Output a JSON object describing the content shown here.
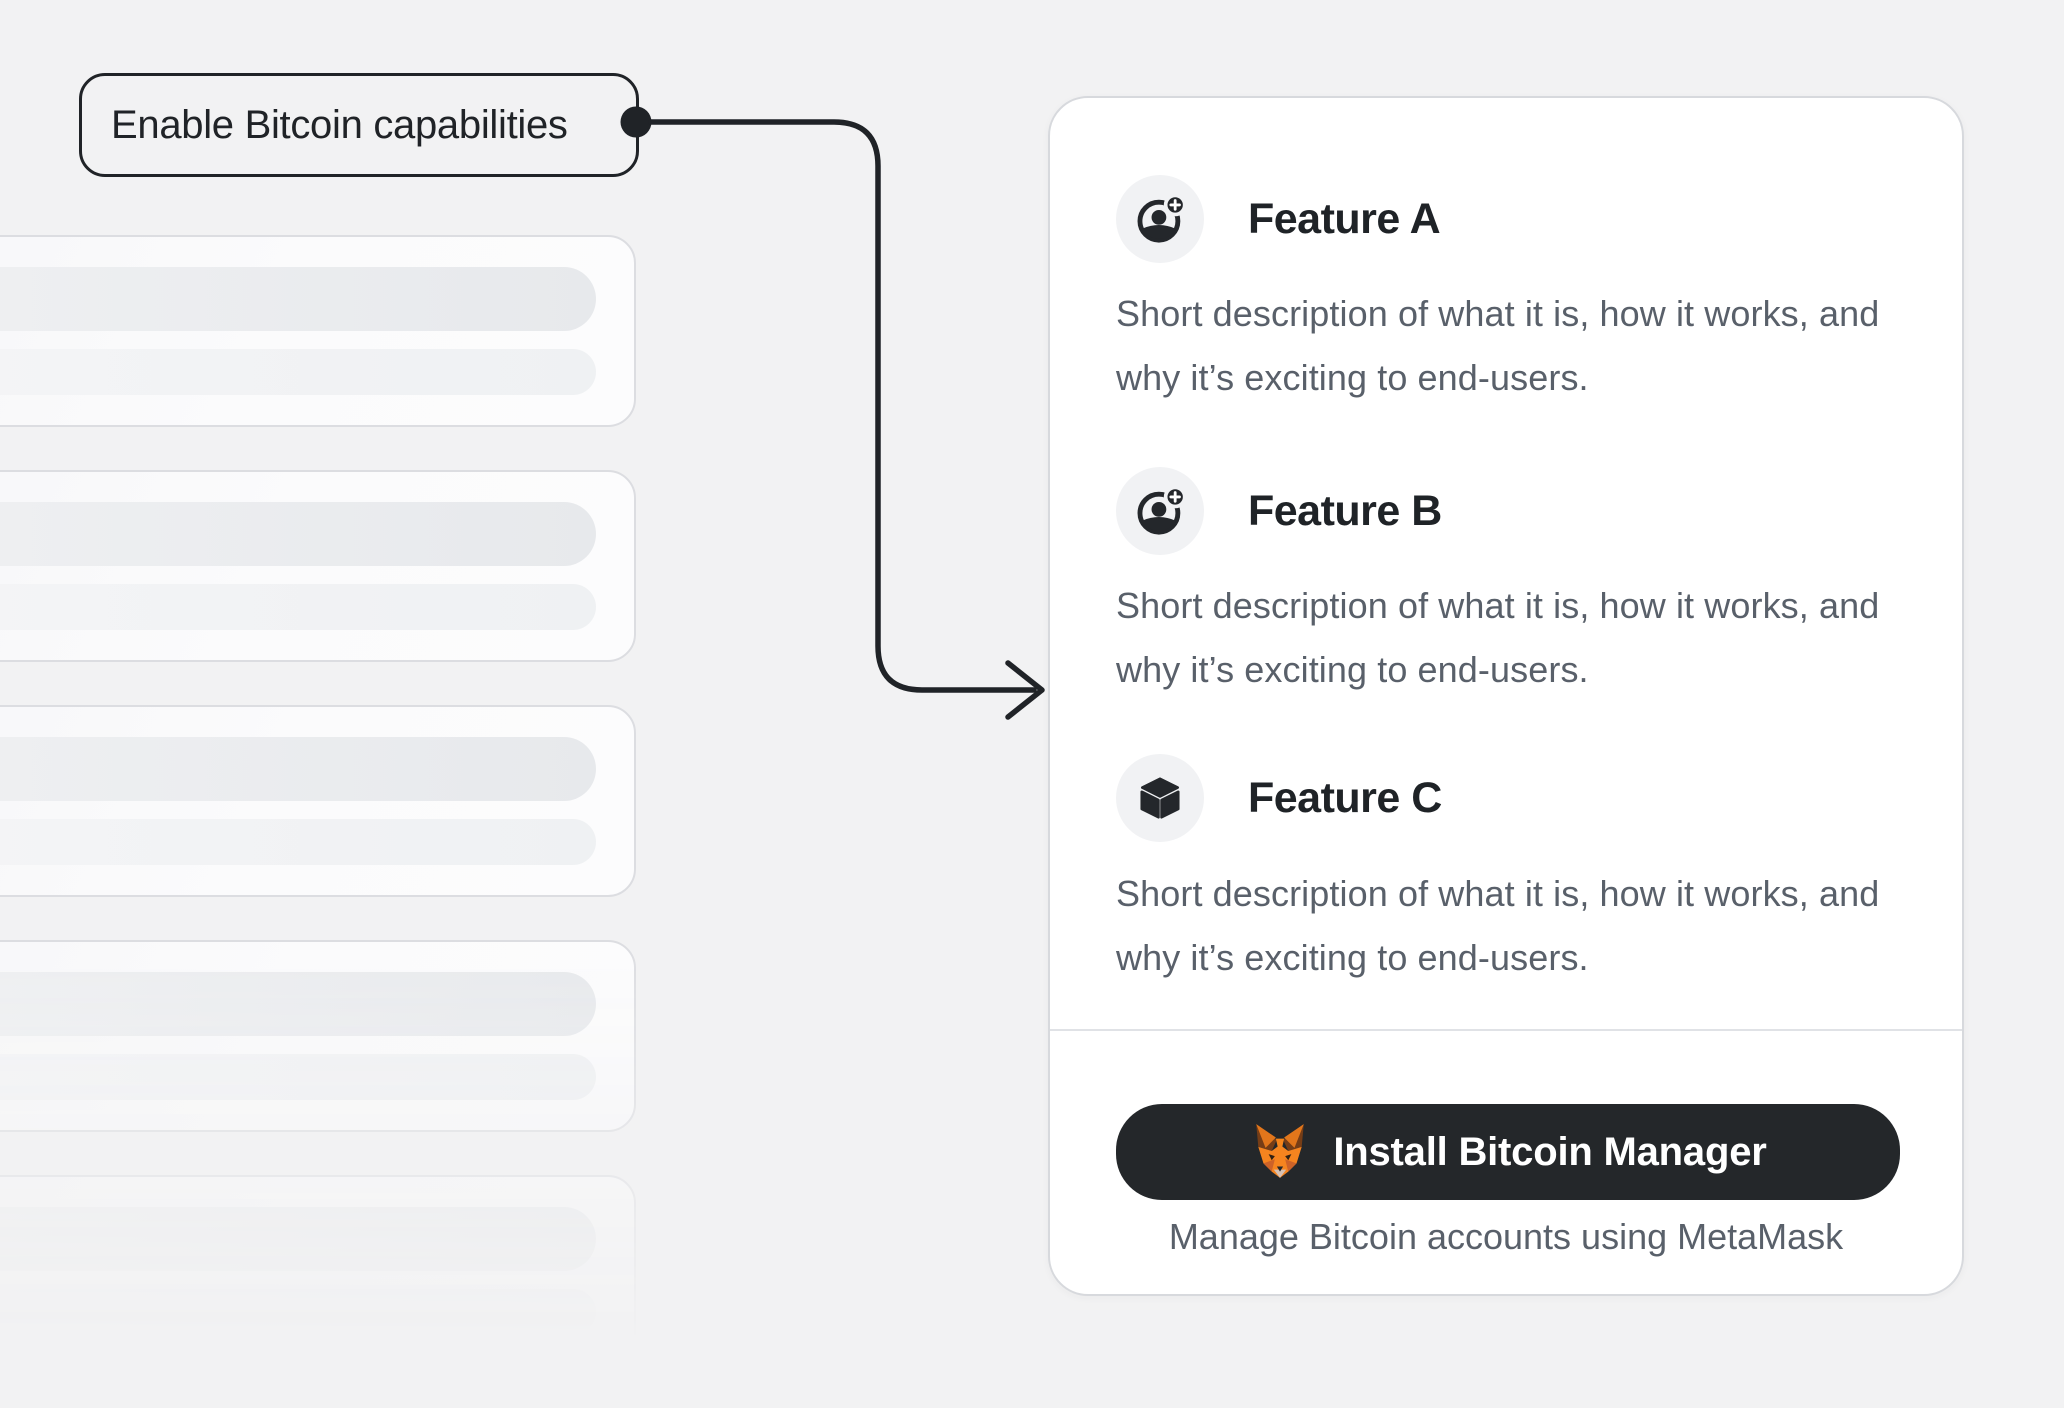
{
  "annotation": {
    "label": "Enable Bitcoin capabilities"
  },
  "panel": {
    "features": [
      {
        "icon": "account-add-icon",
        "title": "Feature A",
        "description": "Short description of what it is, how it works, and why it’s exciting to end-users."
      },
      {
        "icon": "account-add-icon",
        "title": "Feature B",
        "description": "Short description of what it is, how it works, and why it’s exciting to end-users."
      },
      {
        "icon": "cube-icon",
        "title": "Feature C",
        "description": "Short description of what it is, how it works, and why it’s exciting to end-users."
      }
    ],
    "install_button": {
      "icon": "metamask-fox-icon",
      "label": "Install Bitcoin Manager"
    },
    "caption": "Manage Bitcoin accounts using MetaMask"
  },
  "colors": {
    "page_background": "#f2f2f3",
    "annotation_ink": "#202327",
    "panel_background": "#ffffff",
    "panel_border": "#d7d9dd",
    "icon_circle_background": "#f1f2f4",
    "icon_glyph": "#24272b",
    "title_text": "#1f2327",
    "body_text": "#59606a",
    "button_background": "#24272a",
    "button_text": "#ffffff",
    "metamask_orange": "#f5841f"
  }
}
